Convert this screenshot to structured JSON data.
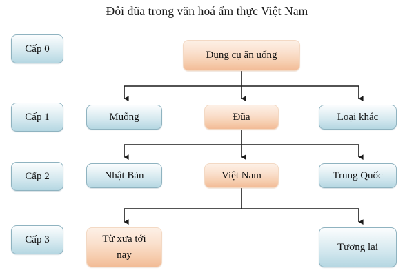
{
  "title": "Đôi đũa trong văn hoá ẩm thực Việt Nam",
  "colors": {
    "blue_fill_top": "#fbfdfe",
    "blue_fill_bottom": "#b5d7e2",
    "blue_border": "#8fb3c0",
    "orange_fill_top": "#fdf0e6",
    "orange_fill_bottom": "#f2bb96",
    "orange_border": "#f3d9c4",
    "connector": "#1a1a1a",
    "text": "#111111",
    "background": "#ffffff"
  },
  "level_labels": [
    {
      "id": "level-0",
      "text": "Cấp 0",
      "style": "blue"
    },
    {
      "id": "level-1",
      "text": "Cấp 1",
      "style": "blue"
    },
    {
      "id": "level-2",
      "text": "Cấp 2",
      "style": "blue"
    },
    {
      "id": "level-3",
      "text": "Cấp 3",
      "style": "blue"
    }
  ],
  "nodes": {
    "root": {
      "text": "Dụng cụ ăn uống",
      "style": "orange",
      "level": 0
    },
    "l1_left": {
      "text": "Muỗng",
      "style": "blue",
      "level": 1
    },
    "l1_center": {
      "text": "Đũa",
      "style": "orange",
      "level": 1
    },
    "l1_right": {
      "text": "Loại khác",
      "style": "blue",
      "level": 1
    },
    "l2_left": {
      "text": "Nhật Bản",
      "style": "blue",
      "level": 2
    },
    "l2_center": {
      "text": "Việt Nam",
      "style": "orange",
      "level": 2
    },
    "l2_right": {
      "text": "Trung Quốc",
      "style": "blue",
      "level": 2
    },
    "l3_left_line1": {
      "text": "Từ xưa tới",
      "style": "orange",
      "level": 3
    },
    "l3_left_line2": {
      "text": "nay",
      "style": "orange",
      "level": 3
    },
    "l3_right": {
      "text": "Tương lai",
      "style": "blue",
      "level": 3
    }
  },
  "edges": [
    {
      "from": "root",
      "to": "l1_left"
    },
    {
      "from": "root",
      "to": "l1_center"
    },
    {
      "from": "root",
      "to": "l1_right"
    },
    {
      "from": "l1_center",
      "to": "l2_left"
    },
    {
      "from": "l1_center",
      "to": "l2_center"
    },
    {
      "from": "l1_center",
      "to": "l2_right"
    },
    {
      "from": "l2_center",
      "to": "l3_left_line1"
    },
    {
      "from": "l2_center",
      "to": "l3_right"
    }
  ]
}
